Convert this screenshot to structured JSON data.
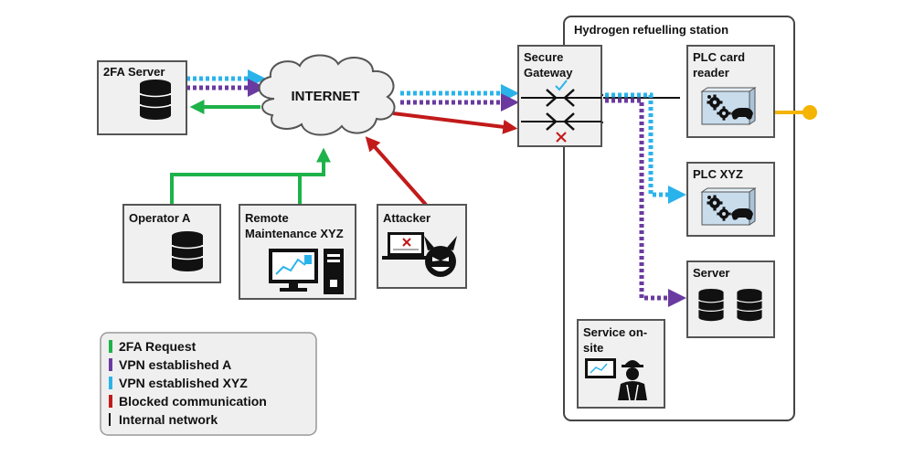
{
  "station_title": "Hydrogen refuelling station",
  "internet_label": "INTERNET",
  "nodes": {
    "twofa_server": "2FA Server",
    "operator_a": "Operator A",
    "remote_maintenance": [
      "Remote",
      "Maintenance XYZ"
    ],
    "attacker": "Attacker",
    "secure_gateway": [
      "Secure",
      "Gateway"
    ],
    "plc_card_reader": [
      "PLC card",
      "reader"
    ],
    "plc_xyz": "PLC XYZ",
    "server": "Server",
    "service_onsite": [
      "Service on-",
      "site"
    ]
  },
  "legend": [
    {
      "label": "2FA Request",
      "color": "#1eb24a"
    },
    {
      "label": "VPN established A",
      "color": "#6a3aa0"
    },
    {
      "label": "VPN established XYZ",
      "color": "#2ab3ea"
    },
    {
      "label": "Blocked communication",
      "color": "#c21a1a"
    },
    {
      "label": "Internal network",
      "color": "#111111"
    }
  ],
  "colors": {
    "green": "#1eb24a",
    "purple": "#6a3aa0",
    "blue": "#2ab3ea",
    "red": "#c21a1a",
    "black": "#111111",
    "yellow": "#f4b400",
    "box_fill": "#f0f0f0",
    "box_stroke": "#555555"
  },
  "icons": {
    "database": "database-icon",
    "computer": "computer-icon",
    "attacker": "devil-laptop-icon",
    "gateway_ok": "checkmark-icon",
    "gateway_blocked": "x-mark-icon",
    "plc": "plc-gear-gamepad-icon",
    "technician": "technician-icon"
  }
}
